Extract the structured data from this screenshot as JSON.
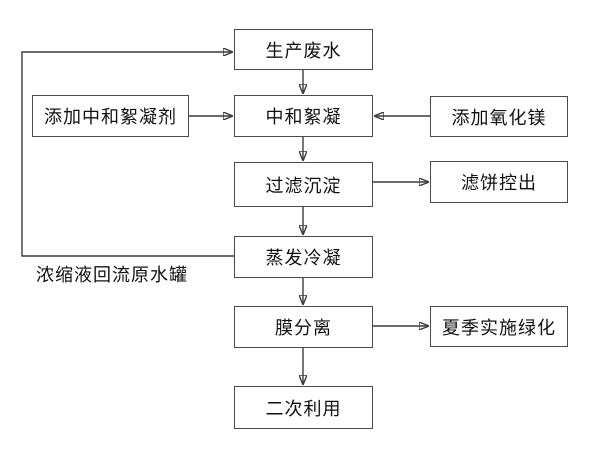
{
  "diagram": {
    "type": "flowchart",
    "language": "zh-CN",
    "nodes": {
      "production_wastewater": {
        "label": "生产废水"
      },
      "add_neutralizing_flocculant": {
        "label": "添加中和絮凝剂"
      },
      "neutralization_flocculation": {
        "label": "中和絮凝"
      },
      "add_magnesium_oxide": {
        "label": "添加氧化镁"
      },
      "filtration_sedimentation": {
        "label": "过滤沉淀"
      },
      "filter_cake_discharge": {
        "label": "滤饼控出"
      },
      "evaporation_condensation": {
        "label": "蒸发冷凝"
      },
      "membrane_separation": {
        "label": "膜分离"
      },
      "summer_greening": {
        "label": "夏季实施绿化"
      },
      "secondary_use": {
        "label": "二次利用"
      }
    },
    "annotations": {
      "recycle_line_label": "浓缩液回流原水罐"
    },
    "edges": [
      {
        "from": "production_wastewater",
        "to": "neutralization_flocculation"
      },
      {
        "from": "add_neutralizing_flocculant",
        "to": "neutralization_flocculation"
      },
      {
        "from": "add_magnesium_oxide",
        "to": "neutralization_flocculation"
      },
      {
        "from": "neutralization_flocculation",
        "to": "filtration_sedimentation"
      },
      {
        "from": "filtration_sedimentation",
        "to": "filter_cake_discharge"
      },
      {
        "from": "filtration_sedimentation",
        "to": "evaporation_condensation"
      },
      {
        "from": "evaporation_condensation",
        "to": "production_wastewater",
        "label": "浓缩液回流原水罐"
      },
      {
        "from": "evaporation_condensation",
        "to": "membrane_separation"
      },
      {
        "from": "membrane_separation",
        "to": "summer_greening"
      },
      {
        "from": "membrane_separation",
        "to": "secondary_use"
      }
    ],
    "colors": {
      "background": "#ffffff",
      "line": "#3d3d3d",
      "box_border": "#4a4a4a",
      "text": "#111111"
    }
  }
}
